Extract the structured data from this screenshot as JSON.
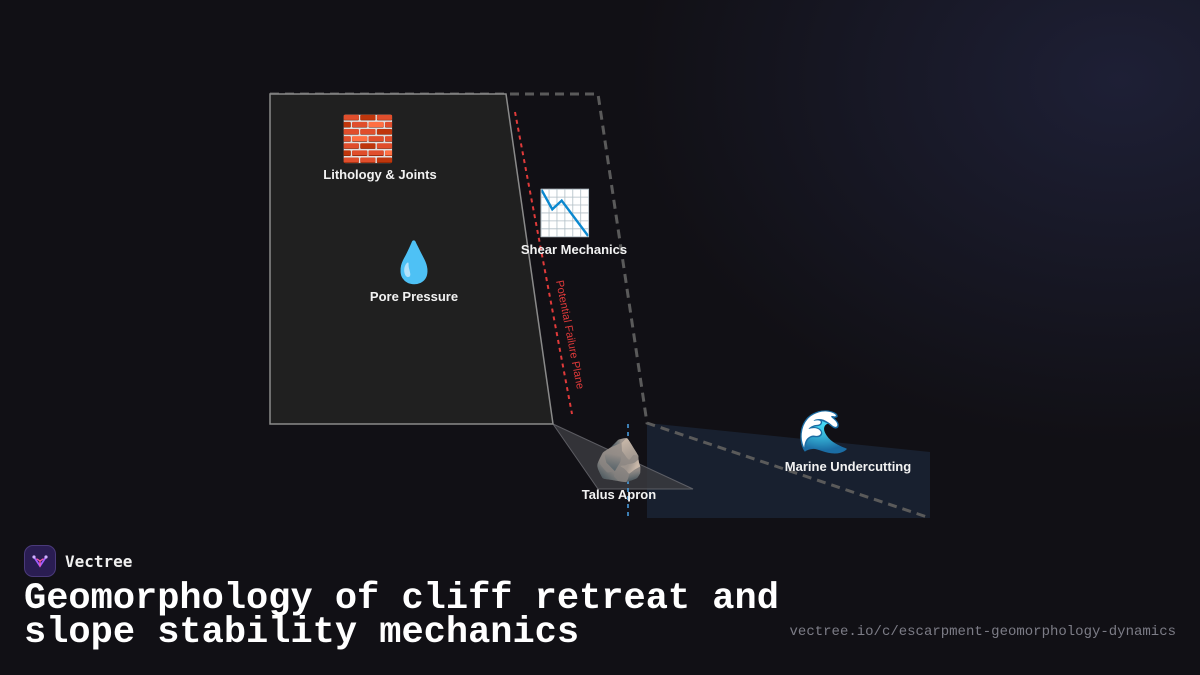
{
  "diagram": {
    "nodes": [
      {
        "id": "lithology",
        "label": "Lithology & Joints",
        "icon": "brick-icon",
        "glyph": "🧱"
      },
      {
        "id": "shear",
        "label": "Shear Mechanics",
        "icon": "chart-decreasing-icon",
        "glyph": "📉"
      },
      {
        "id": "pore",
        "label": "Pore Pressure",
        "icon": "droplet-icon",
        "glyph": "💧"
      },
      {
        "id": "talus",
        "label": "Talus Apron",
        "icon": "rock-icon",
        "glyph": "🪨"
      },
      {
        "id": "marine",
        "label": "Marine Undercutting",
        "icon": "wave-icon",
        "glyph": "🌊"
      }
    ],
    "failure_plane_label": "Potential Failure Plane",
    "colors": {
      "cliff_fill": "#202020",
      "cliff_stroke": "#8a8a8a",
      "failure_plane": "#e03a3a",
      "dashed_outline": "#5a5a5a",
      "water": "#1a2232",
      "water_line": "#4aa3e8"
    }
  },
  "brand": {
    "name": "Vectree",
    "logo_icon": "vectree-logo-icon"
  },
  "title": "Geomorphology of cliff retreat and slope stability mechanics",
  "url": "vectree.io/c/escarpment-geomorphology-dynamics"
}
